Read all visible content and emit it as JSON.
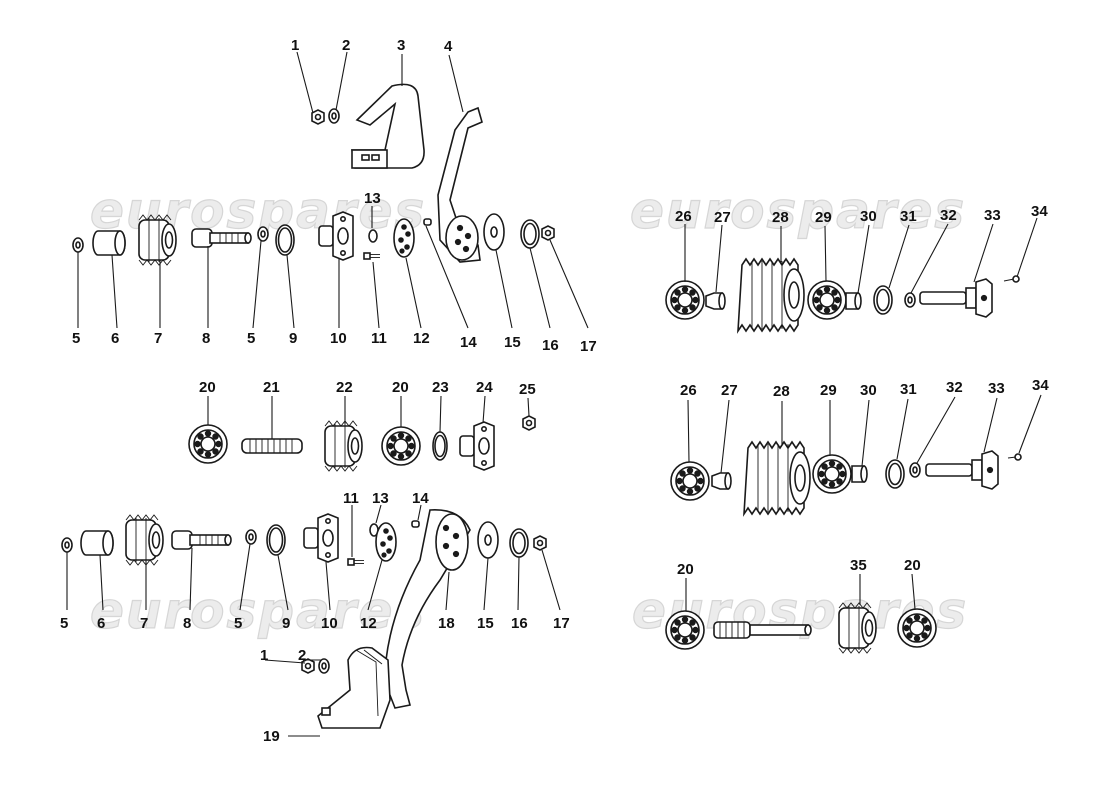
{
  "watermark": {
    "text": "eurospares",
    "color": "#e2e2e2"
  },
  "callouts": {
    "g1": [
      "1",
      "2",
      "3",
      "4",
      "5",
      "6",
      "7",
      "8",
      "5",
      "9",
      "10",
      "11",
      "12",
      "13",
      "14",
      "15",
      "16",
      "17"
    ],
    "g2": [
      "20",
      "21",
      "22",
      "20",
      "23",
      "24",
      "25"
    ],
    "g3": [
      "5",
      "6",
      "7",
      "8",
      "5",
      "9",
      "10",
      "11",
      "13",
      "14",
      "12",
      "18",
      "15",
      "16",
      "17",
      "1",
      "2",
      "19"
    ],
    "g4": [
      "26",
      "27",
      "28",
      "29",
      "30",
      "31",
      "32",
      "33",
      "34"
    ],
    "g5": [
      "26",
      "27",
      "28",
      "29",
      "30",
      "31",
      "32",
      "33",
      "34"
    ],
    "g6": [
      "20",
      "35",
      "20"
    ]
  }
}
